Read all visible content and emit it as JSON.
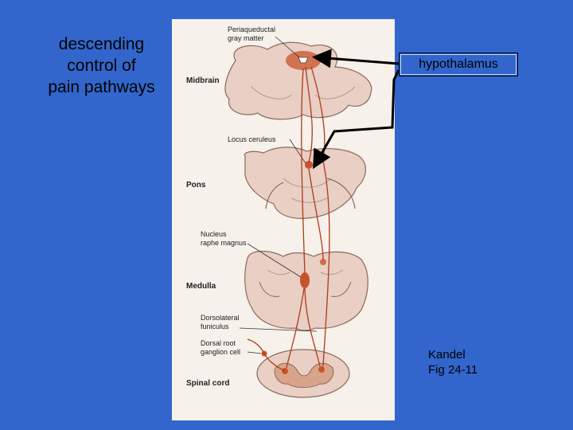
{
  "slide": {
    "title_lines": [
      "descending",
      "control of",
      "pain pathways"
    ],
    "callout": "hypothalamus",
    "citation_lines": [
      "Kandel",
      "Fig 24-11"
    ]
  },
  "figure": {
    "level_labels": {
      "midbrain": "Midbrain",
      "pons": "Pons",
      "medulla": "Medulla",
      "spinal_cord": "Spinal cord"
    },
    "structure_labels": {
      "pag_line1": "Periaqueductal",
      "pag_line2": "gray matter",
      "locus": "Locus ceruleus",
      "raphe_line1": "Nucleus",
      "raphe_line2": "raphe magnus",
      "dlf_line1": "Dorsolateral",
      "dlf_line2": "funiculus",
      "drg_line1": "Dorsal root",
      "drg_line2": "ganglion cell"
    }
  },
  "colors": {
    "background": "#3366cc",
    "tissue": "#e9cfc4",
    "tissue_outline": "#8a6a60",
    "nucleus": "#c8532a",
    "pathway": "#b03a1a"
  }
}
